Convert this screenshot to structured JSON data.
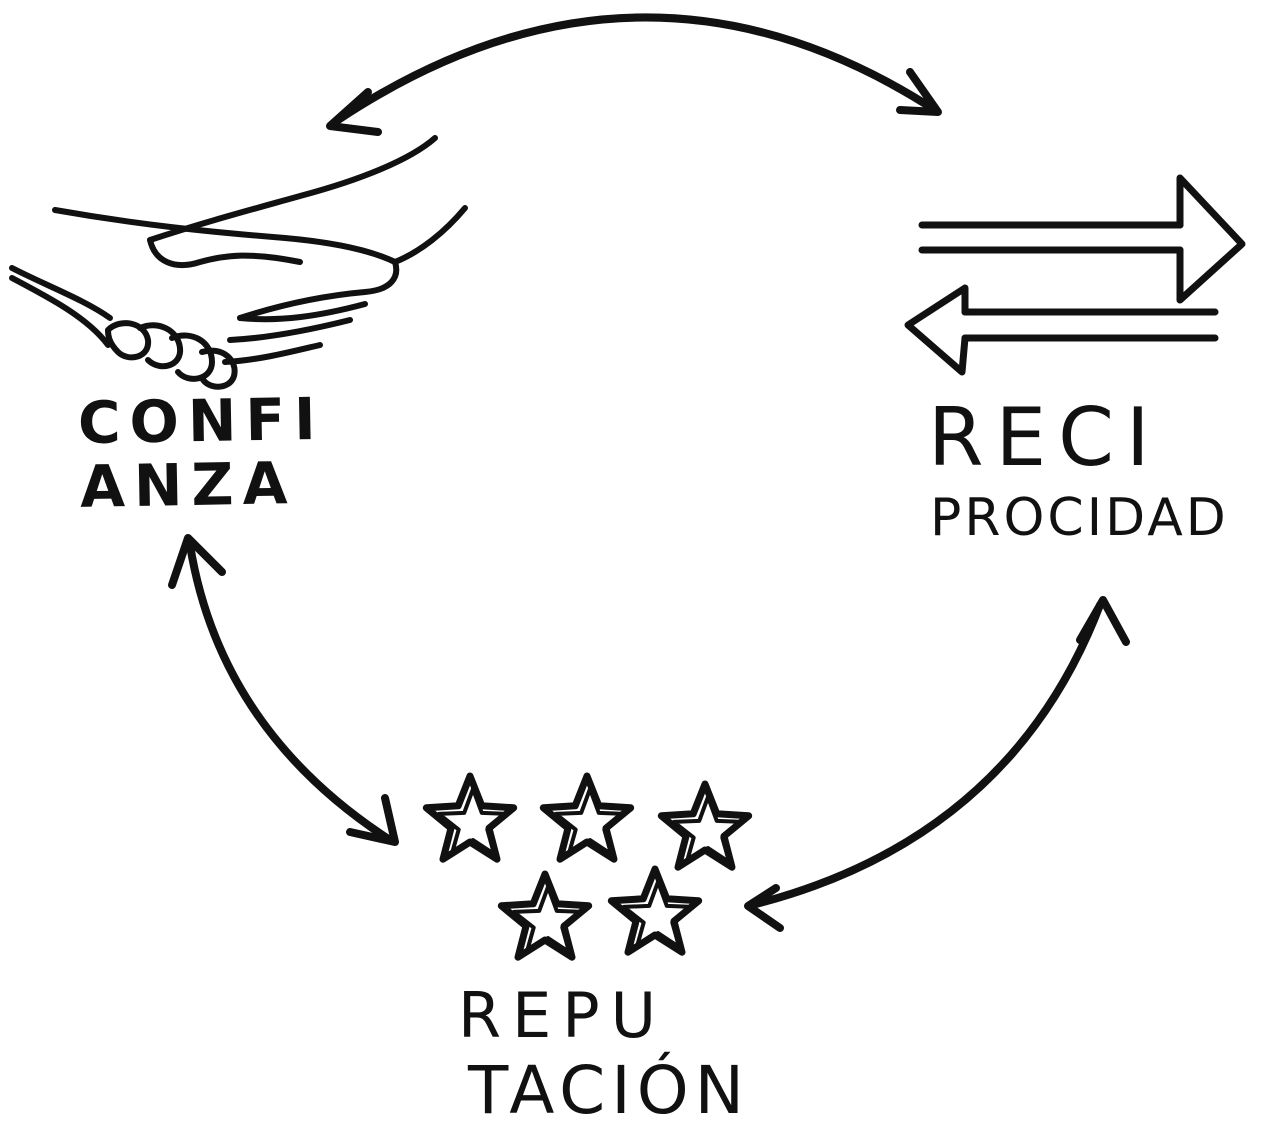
{
  "diagram": {
    "nodes": [
      {
        "id": "confianza",
        "lines": [
          "CONFI",
          "ANZA"
        ],
        "icon": "handshake-icon"
      },
      {
        "id": "reciprocidad",
        "lines": [
          "RECI",
          "PROCIDAD"
        ],
        "icon": "exchange-arrows-icon"
      },
      {
        "id": "reputacion",
        "lines": [
          "REPU",
          "TACIÓN"
        ],
        "icon": "five-stars-icon",
        "rating_stars": 5
      }
    ],
    "edges": [
      {
        "from": "confianza",
        "to": "reciprocidad",
        "type": "bidirectional"
      },
      {
        "from": "confianza",
        "to": "reputacion",
        "type": "bidirectional"
      },
      {
        "from": "reciprocidad",
        "to": "reputacion",
        "type": "bidirectional"
      }
    ],
    "ink_color": "#111111",
    "background_color": "#ffffff"
  }
}
